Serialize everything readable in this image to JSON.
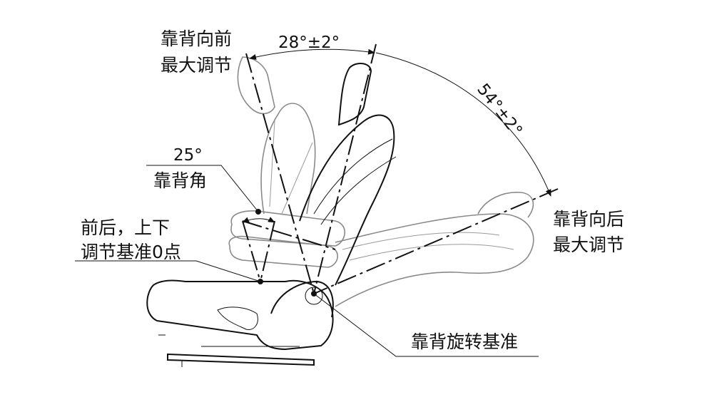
{
  "labels": {
    "forward_max_line1": "靠背向前",
    "forward_max_line2": "最大调节",
    "forward_angle": "28°±2°",
    "rear_angle": "54°±2°",
    "backrest_angle_value": "25°",
    "backrest_angle_label": "靠背角",
    "reference_zero_line1": "前后，上下",
    "reference_zero_line2": "调节基准0点",
    "rear_max_line1": "靠背向后",
    "rear_max_line2": "最大调节",
    "pivot_reference": "靠背旋转基准"
  }
}
